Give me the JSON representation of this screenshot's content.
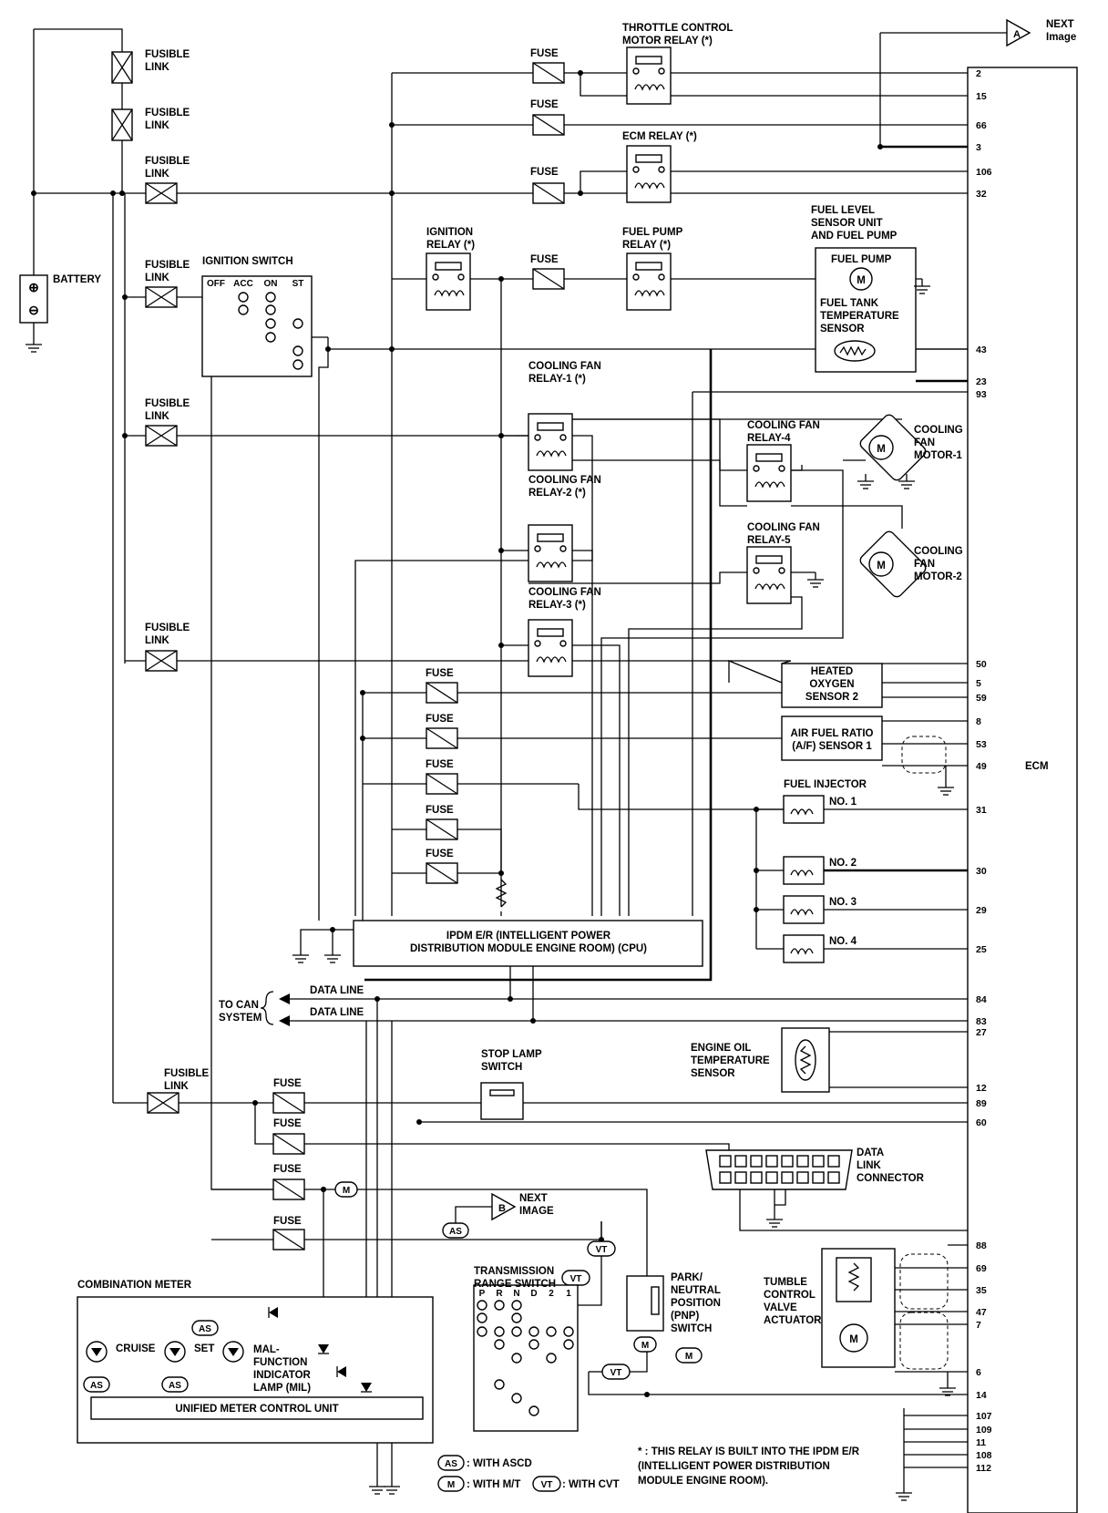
{
  "fusible_link": "FUSIBLE\nLINK",
  "fuse": "FUSE",
  "battery": "BATTERY",
  "throttle_relay": "THROTTLE CONTROL\nMOTOR RELAY (*)",
  "ecm_relay": "ECM RELAY (*)",
  "ignition_relay": "IGNITION\nRELAY (*)",
  "fuel_pump_relay": "FUEL PUMP\nRELAY (*)",
  "fuel_level_unit": "FUEL LEVEL\nSENSOR UNIT\nAND FUEL PUMP",
  "fuel_pump": "FUEL PUMP",
  "fuel_tank_temp": "FUEL TANK\nTEMPERATURE\nSENSOR",
  "ignition_switch": {
    "title": "IGNITION SWITCH",
    "cols": [
      "OFF",
      "ACC",
      "ON",
      "ST"
    ]
  },
  "cooling_fan_relay_1": "COOLING FAN\nRELAY-1 (*)",
  "cooling_fan_relay_2": "COOLING FAN\nRELAY-2 (*)",
  "cooling_fan_relay_3": "COOLING FAN\nRELAY-3 (*)",
  "cooling_fan_relay_4": "COOLING FAN\nRELAY-4",
  "cooling_fan_relay_5": "COOLING FAN\nRELAY-5",
  "cooling_fan_motor_1": "COOLING\nFAN\nMOTOR-1",
  "cooling_fan_motor_2": "COOLING\nFAN\nMOTOR-2",
  "heated_o2": "HEATED\nOXYGEN\nSENSOR 2",
  "af_sensor": "AIR FUEL RATIO\n(A/F) SENSOR 1",
  "fuel_injector": "FUEL INJECTOR",
  "injectors": [
    "NO. 1",
    "NO. 2",
    "NO. 3",
    "NO. 4"
  ],
  "ipdm": "IPDM E/R (INTELLIGENT POWER\nDISTRIBUTION MODULE ENGINE ROOM) (CPU)",
  "to_can": "TO CAN\nSYSTEM",
  "data_line": "DATA LINE",
  "stop_lamp": "STOP LAMP\nSWITCH",
  "engine_oil_temp": "ENGINE OIL\nTEMPERATURE\nSENSOR",
  "dlc": "DATA\nLINK\nCONNECTOR",
  "next_image": "NEXT\nImage",
  "next_image_b": "NEXT\nIMAGE",
  "tumble": "TUMBLE\nCONTROL\nVALVE\nACTUATOR",
  "trs": {
    "title": "TRANSMISSION\nRANGE SWITCH",
    "cols": [
      "P",
      "R",
      "N",
      "D",
      "2",
      "1"
    ]
  },
  "pnp": "PARK/\nNEUTRAL\nPOSITION\n(PNP)\nSWITCH",
  "combination_meter": "COMBINATION METER",
  "cruise": "CRUISE",
  "set": "SET",
  "mil": "MAL-\nFUNCTION\nINDICATOR\nLAMP (MIL)",
  "umcu": "UNIFIED METER CONTROL UNIT",
  "ecm": "ECM",
  "legend": {
    "as": ": WITH ASCD",
    "m": ": WITH M/T",
    "vt": ": WITH CVT"
  },
  "footnote": "* : THIS RELAY IS BUILT INTO THE IPDM E/R\n(INTELLIGENT POWER DISTRIBUTION\nMODULE ENGINE ROOM).",
  "tags": {
    "a": "A",
    "b": "B",
    "as": "AS",
    "m": "M",
    "vt": "VT"
  },
  "ecm_pins": [
    "2",
    "15",
    "66",
    "3",
    "106",
    "32",
    "43",
    "23",
    "93",
    "50",
    "5",
    "59",
    "8",
    "53",
    "49",
    "31",
    "30",
    "29",
    "25",
    "84",
    "83",
    "27",
    "12",
    "89",
    "60",
    "88",
    "69",
    "35",
    "47",
    "7",
    "6",
    "14",
    "107",
    "109",
    "11",
    "108",
    "112"
  ]
}
